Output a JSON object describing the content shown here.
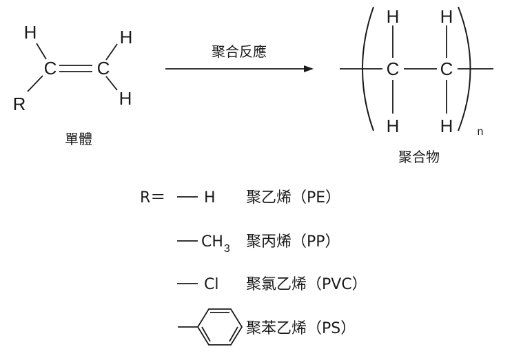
{
  "monomer": {
    "atoms": {
      "h_top_left": "H",
      "h_top_right": "H",
      "h_bottom_right": "H",
      "r": "R",
      "c_left": "C",
      "c_right": "C"
    },
    "label": "單體"
  },
  "reaction": {
    "label": "聚合反應"
  },
  "polymer": {
    "atoms": {
      "h_top_1": "H",
      "h_top_2": "H",
      "c_1": "C",
      "c_2": "C",
      "h_bottom_1": "H",
      "h_bottom_2": "H"
    },
    "subscript": "n",
    "label": "聚合物"
  },
  "substituents": {
    "r_prefix": "R＝",
    "rows": [
      {
        "group": "H",
        "name": "聚乙烯（PE）"
      },
      {
        "group": "CH",
        "group_sub": "3",
        "name": "聚丙烯（PP）"
      },
      {
        "group": "Cl",
        "name": "聚氯乙烯（PVC）"
      },
      {
        "group": "",
        "name": "聚苯乙烯（PS）",
        "group_icon": "benzene-ring-icon"
      }
    ]
  }
}
